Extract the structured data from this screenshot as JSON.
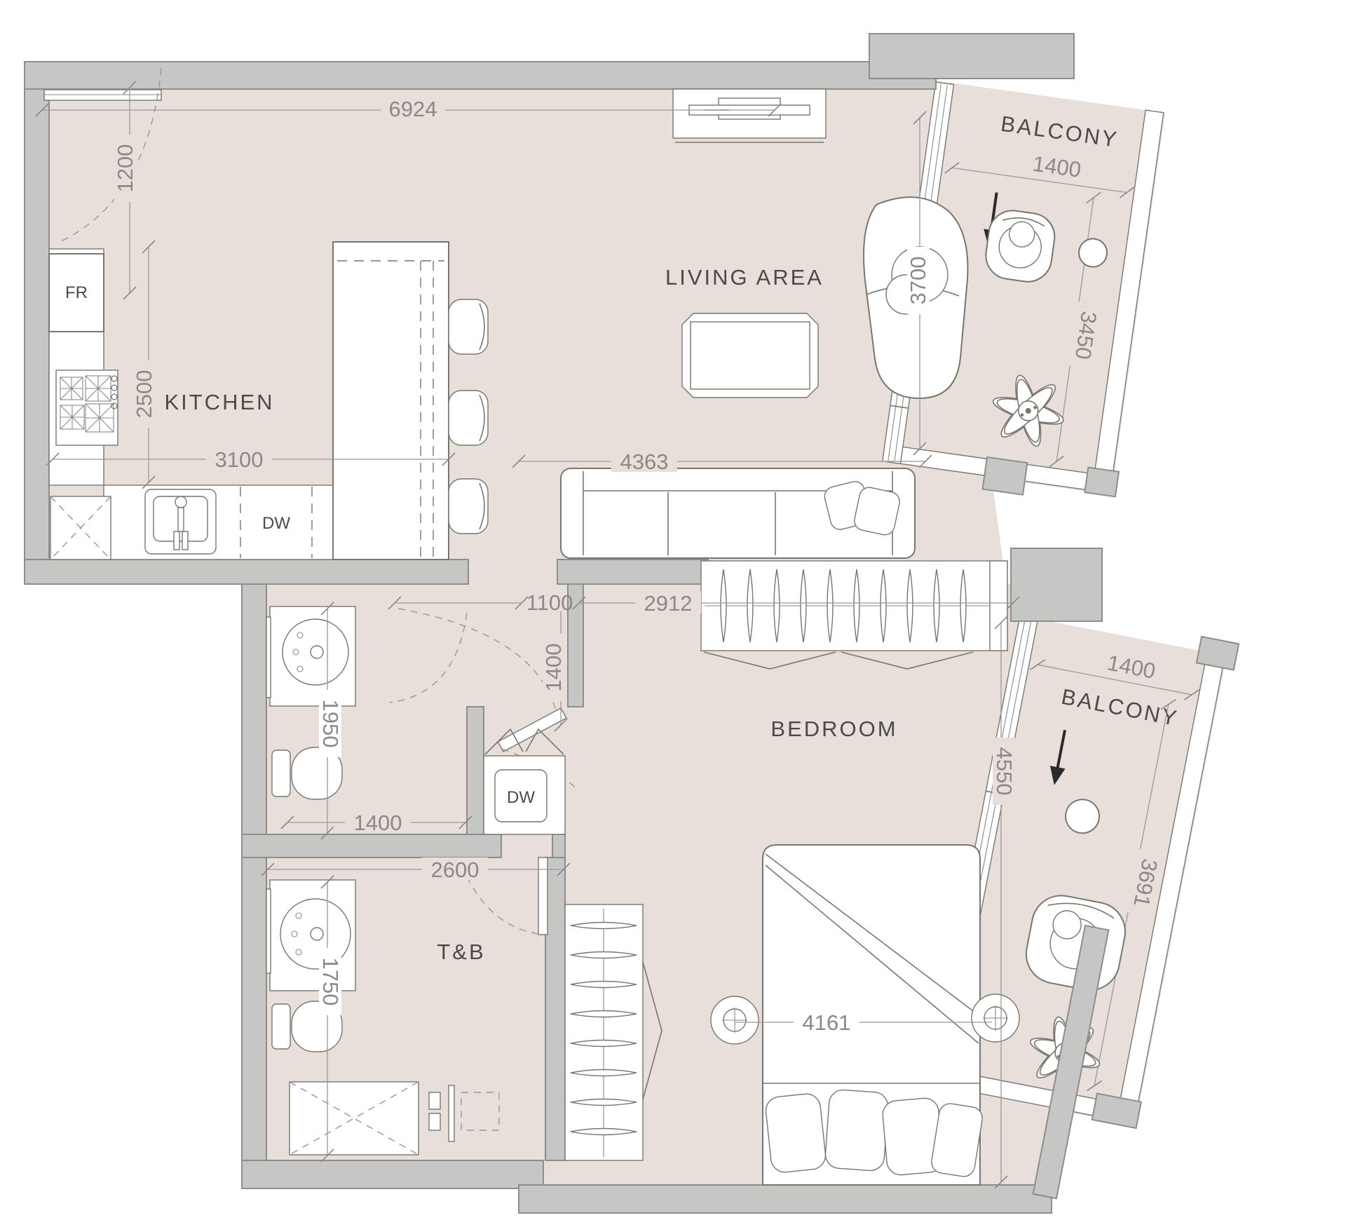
{
  "plan": {
    "rooms": {
      "kitchen": "KITCHEN",
      "living": "LIVING AREA",
      "bedroom": "BEDROOM",
      "tb": "T&B",
      "balcony_top": "BALCONY",
      "balcony_bottom": "BALCONY"
    },
    "appliances": {
      "fridge": "FR",
      "dishwasher": "DW",
      "washer": "DW"
    },
    "dims": {
      "top_width": "6924",
      "entry_door": "1200",
      "kitchen_depth": "2500",
      "kitchen_width": "3100",
      "living_depth": "3700",
      "sofa_wall": "4363",
      "hall_opening": "1100",
      "hall_depth": "1400",
      "wardrobe_wall": "2912",
      "bath1_depth": "1950",
      "bath1_width": "1400",
      "tb_width": "2600",
      "tb_depth": "1750",
      "bedroom_depth": "4550",
      "bed_wall": "4161",
      "balcony_top_width": "1400",
      "balcony_top_length": "3450",
      "balcony_bottom_width": "1400",
      "balcony_bottom_length": "3691"
    },
    "colors": {
      "floor": "#e9dfda",
      "wall": "#c6c6c4",
      "line": "#77766f",
      "dim_text": "#8a8984",
      "label_text": "#4b4a46"
    }
  }
}
